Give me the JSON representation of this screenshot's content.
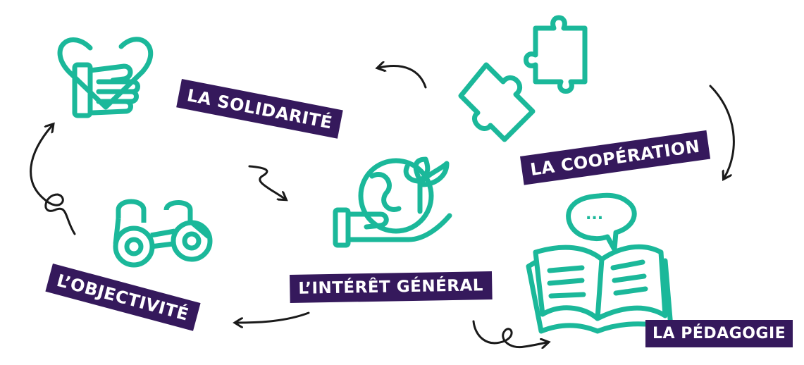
{
  "values": {
    "solidarite": "LA SOLIDARITÉ",
    "cooperation": "LA COOPÉRATION",
    "interet_general": "L’INTÉRÊT GÉNÉRAL",
    "objectivite": "L’OBJECTIVITÉ",
    "pedagogie": "LA PÉDAGOGIE",
    "bubble_dots": "..."
  },
  "colors": {
    "icon": "#1bb89a",
    "label_bg": "#35195c",
    "label_text": "#ffffff",
    "arrow": "#1a1a1a"
  },
  "icons": [
    "handshake-heart-icon",
    "puzzle-icon",
    "globe-in-hand-icon",
    "binoculars-icon",
    "book-speech-icon"
  ]
}
